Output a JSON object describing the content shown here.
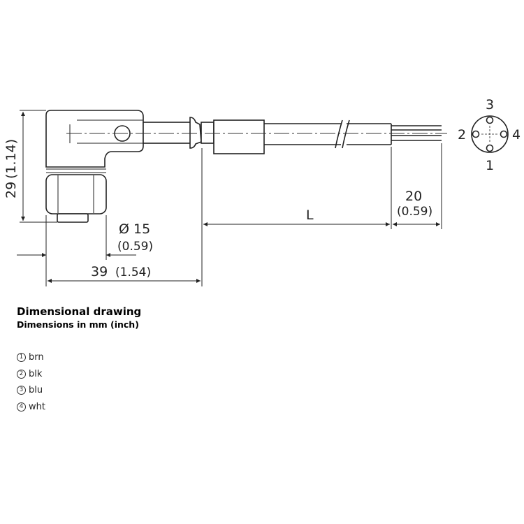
{
  "dimensions": {
    "height_mm": "29",
    "height_inch": "(1.14)",
    "diameter_mm": "Ø 15",
    "diameter_inch": "(0.59)",
    "length_mm": "39",
    "length_inch": "(1.54)",
    "cable_length": "L",
    "strip_mm": "20",
    "strip_inch": "(0.59)"
  },
  "pinout": {
    "top": "3",
    "left": "2",
    "right": "4",
    "bottom": "1"
  },
  "caption": {
    "title": "Dimensional drawing",
    "subtitle": "Dimensions in mm (inch)"
  },
  "legend": [
    {
      "num": "1",
      "label": "brn"
    },
    {
      "num": "2",
      "label": "blk"
    },
    {
      "num": "3",
      "label": "blu"
    },
    {
      "num": "4",
      "label": "wht"
    }
  ]
}
